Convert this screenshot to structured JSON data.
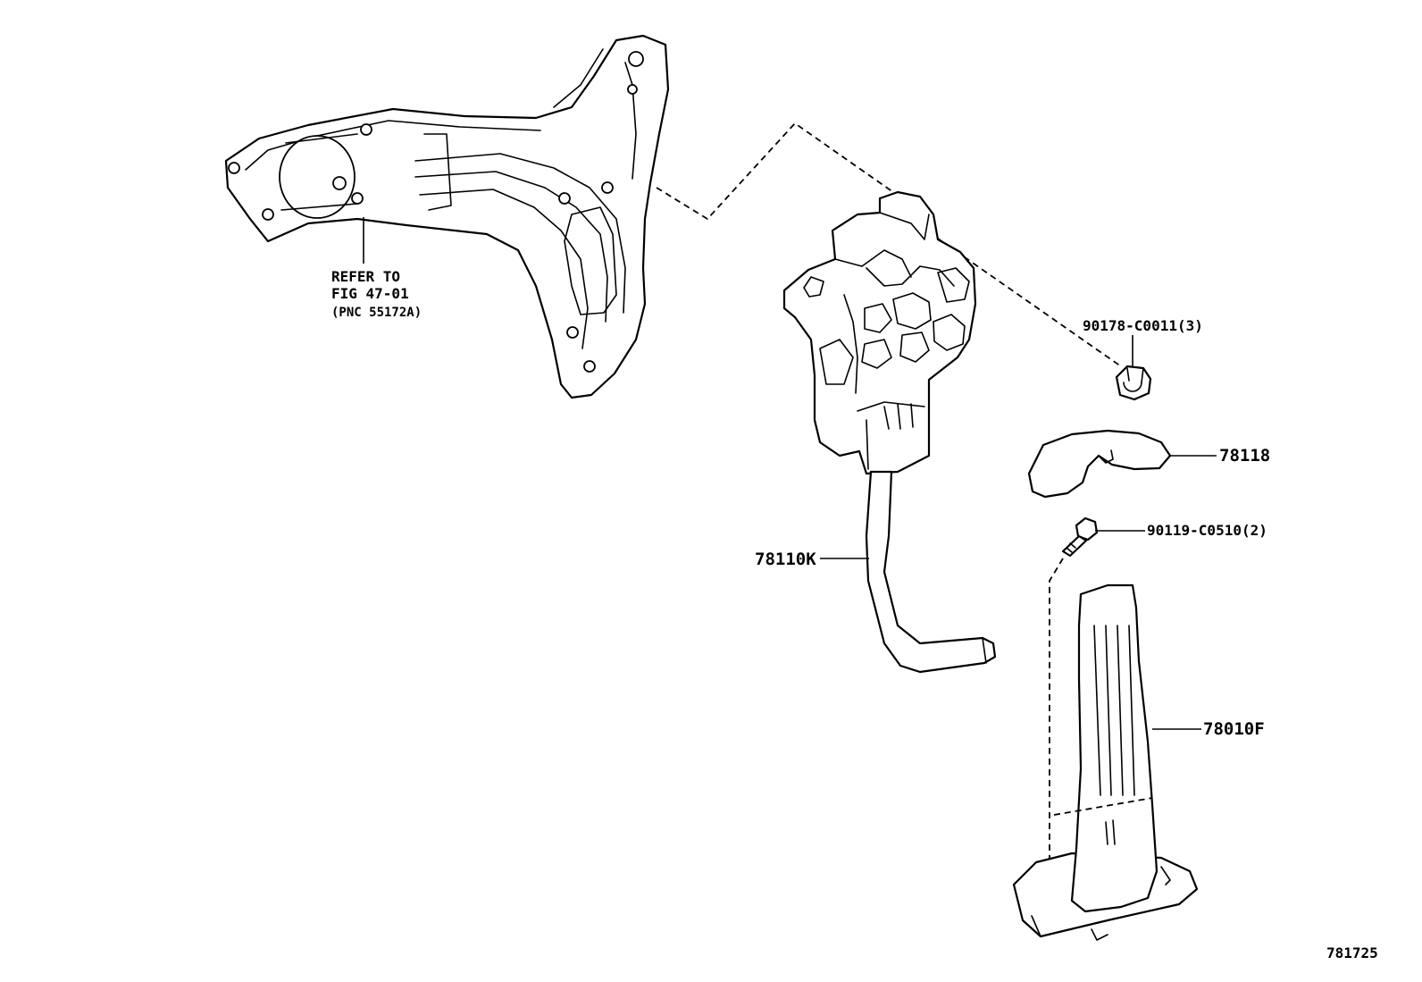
{
  "diagram": {
    "parts": {
      "bracket": {
        "ref_line1": "REFER TO",
        "ref_line2": "FIG 47-01",
        "ref_line3": "(PNC 55172A)"
      },
      "nut": {
        "part_no": "90178-C0011(3)"
      },
      "cover": {
        "part_no": "78118"
      },
      "bolt": {
        "part_no": "90119-C0510(2)"
      },
      "pedal_assembly": {
        "part_no": "78110K"
      },
      "pedal_pad": {
        "part_no": "78010F"
      }
    },
    "illustration_no": "781725"
  }
}
